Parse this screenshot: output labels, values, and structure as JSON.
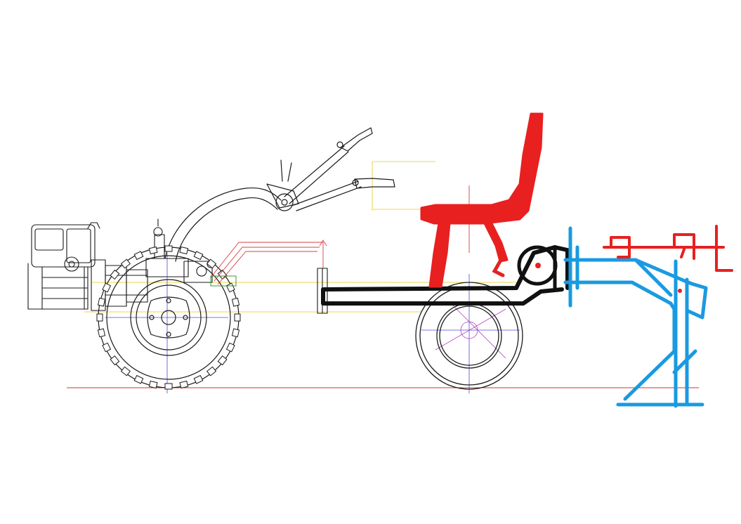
{
  "colors": {
    "background": "#ffffff",
    "linework": "#1a1a1a",
    "ground_line": "#d83030",
    "construction_yellow": "#e8d84a",
    "construction_red": "#d84040",
    "construction_green": "#3a9a3a",
    "axis_blue": "#4a4ad8",
    "axis_purple": "#b040c0",
    "seat_red": "#e82020",
    "frame_black": "#111111",
    "implement_blue": "#1a9ae0",
    "implement_red": "#e82020"
  },
  "parts": {
    "engine": "engine-block",
    "walk_behind_tractor": "walk-behind-tractor",
    "rear_axle_wheel": "small-rear-wheel",
    "seat": "operator-seat",
    "adapter_frame": "adapter-frame",
    "hitch": "rear-hitch",
    "plough": "plough-implement"
  }
}
